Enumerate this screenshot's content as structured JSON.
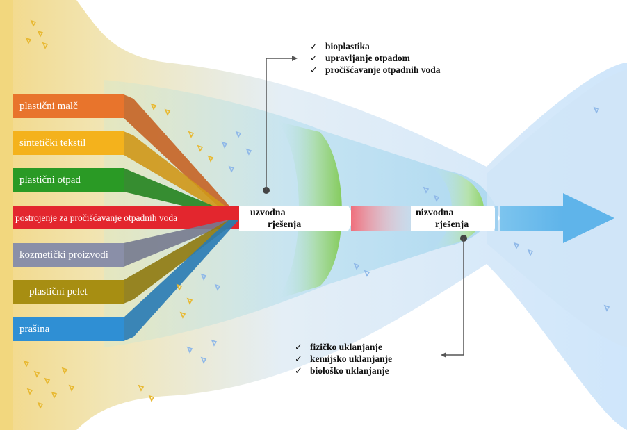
{
  "sources": [
    {
      "label": "plastični malč",
      "color": "#e8742c"
    },
    {
      "label": "sintetički tekstil",
      "color": "#f4b21c"
    },
    {
      "label": "plastični otpad",
      "color": "#2a9a25"
    },
    {
      "label": "postrojenje za pročišćavanje otpadnih voda",
      "color": "#e3262e"
    },
    {
      "label": "kozmetički proizvodi",
      "color": "#8a8fa8"
    },
    {
      "label": "plastični pelet",
      "color": "#a78e12"
    },
    {
      "label": "prašina",
      "color": "#2f8fd4"
    }
  ],
  "upstream": {
    "line1": "uzvodna",
    "line2": "rješenja"
  },
  "downstream": {
    "line1": "nizvodna",
    "line2": "rješenja"
  },
  "check_symbol": "✓",
  "upstream_solutions": [
    "bioplastika",
    "upravljanje otpadom",
    "pročišćavanje otpadnih voda"
  ],
  "downstream_solutions": [
    "fizičko uklanjanje",
    "kemijsko uklanjanje",
    "biološko uklanjanje"
  ]
}
